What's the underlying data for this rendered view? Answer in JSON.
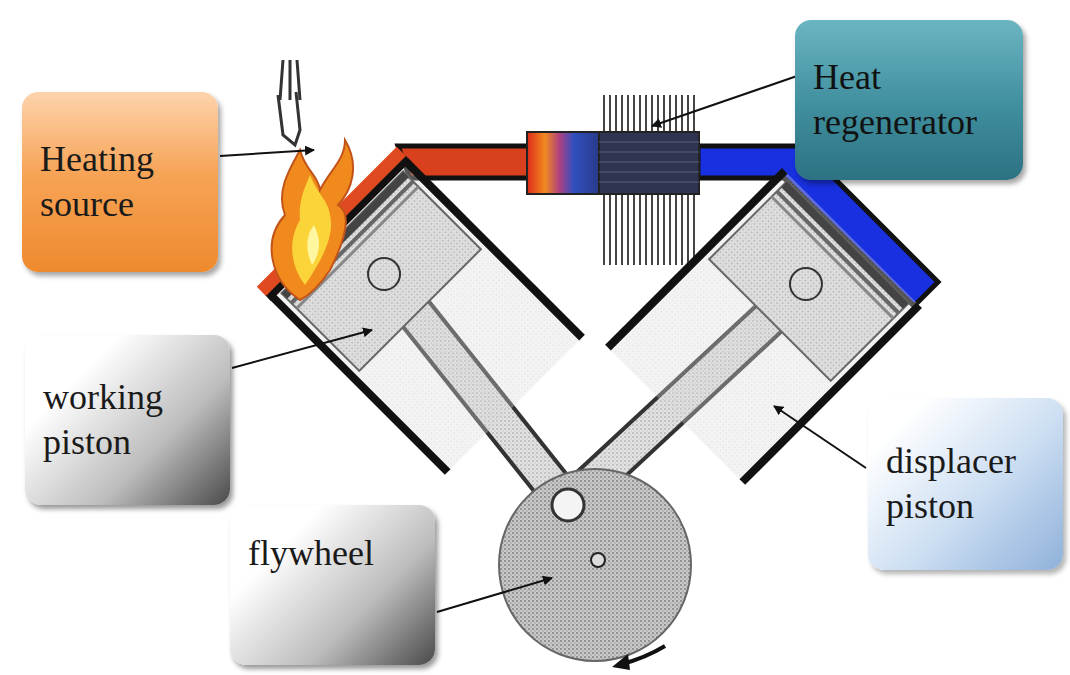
{
  "diagram": {
    "nodes": [
      {
        "text": [
          "Heating source"
        ]
      },
      {
        "text": [
          "Heat regenerator"
        ]
      },
      {
        "text": [
          "working piston"
        ]
      },
      {
        "text": [
          "displacer piston"
        ]
      },
      {
        "text": [
          "flywheel"
        ]
      }
    ]
  }
}
